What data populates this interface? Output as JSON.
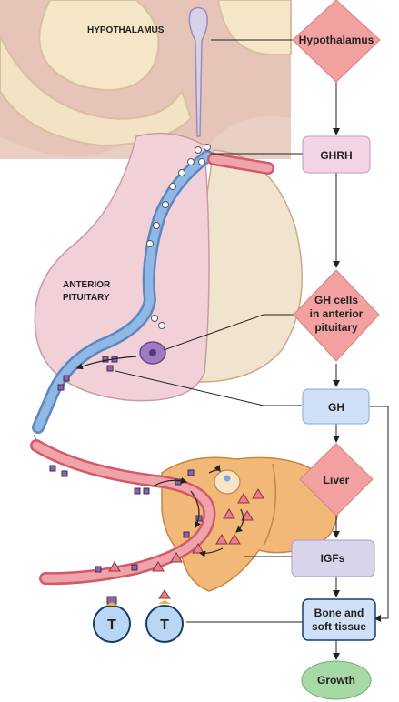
{
  "labels": {
    "hypothalamus_anatomy": "HYPOTHALAMUS",
    "anterior_pituitary_line1": "ANTERIOR",
    "anterior_pituitary_line2": "PITUITARY"
  },
  "flow": {
    "hypothalamus": "Hypothalamus",
    "ghrh": "GHRH",
    "gh_cells": [
      "GH cells",
      "in anterior",
      "pituitary"
    ],
    "gh": "GH",
    "liver": "Liver",
    "igfs": "IGFs",
    "bone": [
      "Bone and",
      "soft tissue"
    ],
    "growth": "Growth"
  },
  "target_cells": [
    "T",
    "T"
  ],
  "colors": {
    "diamond": "#f2a0a0",
    "diamond_stroke": "#d88080",
    "rect_pink": "#f2d4e4",
    "rect_purple": "#d9d4ec",
    "rect_blue": "#cfe0f7",
    "oval_green": "#a6d9a6",
    "vessel_blue": "#6f9fd6",
    "vessel_red": "#e46f7a",
    "tissue_beige": "#f0dcc0",
    "pituitary_pink": "#f2d0d8",
    "liver_orange": "#f2b877",
    "hormone_purple": "#8a63a8"
  }
}
